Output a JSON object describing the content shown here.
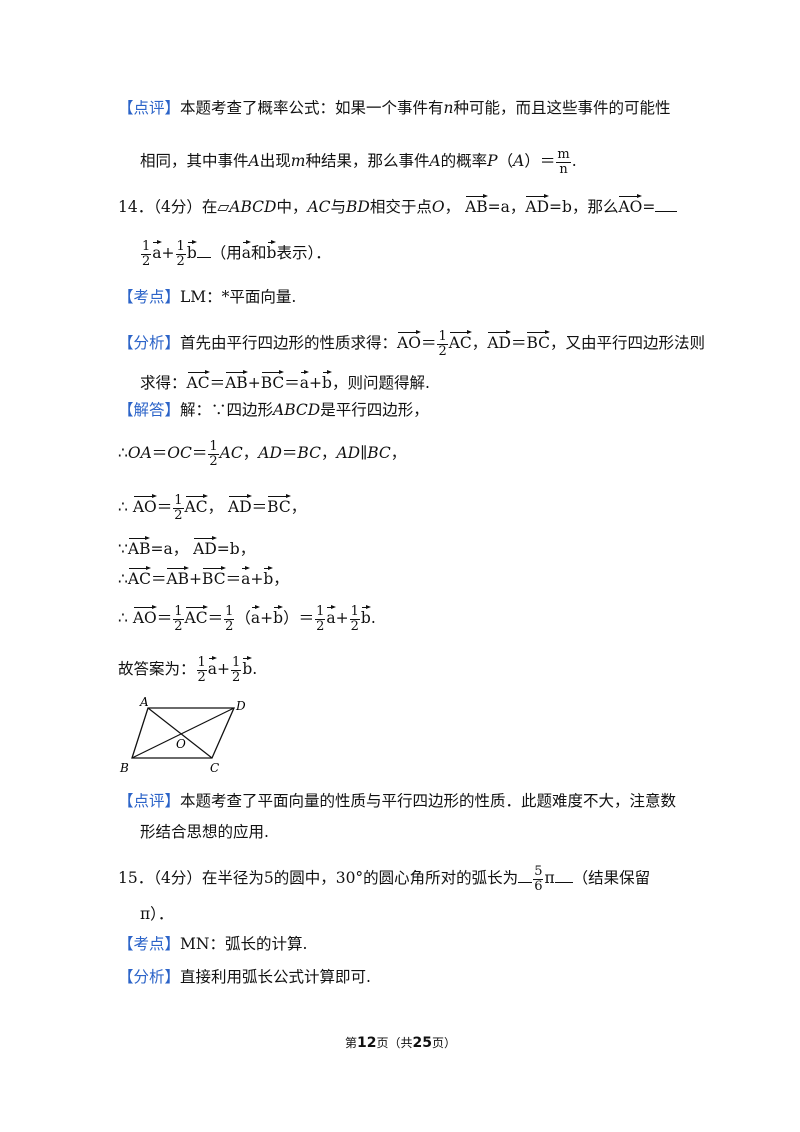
{
  "tags": {
    "review": "【点评】",
    "point": "【考点】",
    "analysis": "【分析】",
    "solution": "【解答】"
  },
  "review13": {
    "line1_a": "本题考查了概率公式：如果一个事件有",
    "n": "n",
    "line1_b": "种可能，而且这些事件的可能性",
    "line2_a": "相同，其中事件",
    "A": "A",
    "line2_b": "出现",
    "m": "m",
    "line2_c": "种结果，那么事件",
    "line2_d": "的概率",
    "P": "P",
    "lp": "（",
    "rp": "）",
    "eq": "＝",
    "frac_num": "m",
    "frac_den": "n",
    "end": "."
  },
  "q14": {
    "num": "14．",
    "score": "（4分）在",
    "para": "▱",
    "abcd": "ABCD",
    "in": "中，",
    "ac": "AC",
    "with": "与",
    "bd": "BD",
    "meet": "相交于点",
    "o": "O",
    "comma": "，",
    "vAB": "AB",
    "eqa": "=a",
    "vAD": "AD",
    "eqb": "=b",
    "then": "，那么",
    "vAO": "AO",
    "eq": "=",
    "half": "1",
    "two": "2",
    "a": "a",
    "plus": "+",
    "b": "b",
    "tail": "（用",
    "tail_a": "a",
    "tail_and": "和",
    "tail_b": "b",
    "tail_end": "表示）．"
  },
  "point14": {
    "text": "LM：*平面向量."
  },
  "analysis14": {
    "line1_a": "首先由平行四边形的性质求得：",
    "line1_b": "，又由平行四边形法则",
    "line2_a": "求得：",
    "line2_b": "，则问题得解."
  },
  "solution14": {
    "intro": "解：∵四边形",
    "abcd": "ABCD",
    "is_para": "是平行四边形，",
    "therefore": "∴",
    "because": "∵",
    "l2_a": "OA",
    "l2_b": "＝",
    "l2_c": "OC",
    "l2_d": "AC",
    "l2_e": "，",
    "l2_f": "AD",
    "l2_g": "＝",
    "l2_h": "BC",
    "l2_i": "，",
    "l2_j": "AD",
    "l2_k": "∥",
    "l2_l": "BC",
    "l2_m": "，",
    "answer_label": "故答案为："
  },
  "figure": {
    "A": "A",
    "B": "B",
    "C": "C",
    "D": "D",
    "O": "O"
  },
  "review14": {
    "line1": "本题考查了平面向量的性质与平行四边形的性质．此题难度不大，注意数",
    "line2": "形结合思想的应用."
  },
  "q15": {
    "num": "15．",
    "text": "（4分）在半径为5的圆中，30°的圆心角所对的弧长为",
    "frac_num": "5",
    "frac_den": "6",
    "pi": "π",
    "tail": "（结果保留",
    "line2": "π）．"
  },
  "point15": {
    "text": "MN：弧长的计算."
  },
  "analysis15": {
    "text": "直接利用弧长公式计算即可."
  },
  "footer": {
    "pre": "第",
    "page": "12",
    "mid": "页（共",
    "total": "25",
    "post": "页）"
  }
}
